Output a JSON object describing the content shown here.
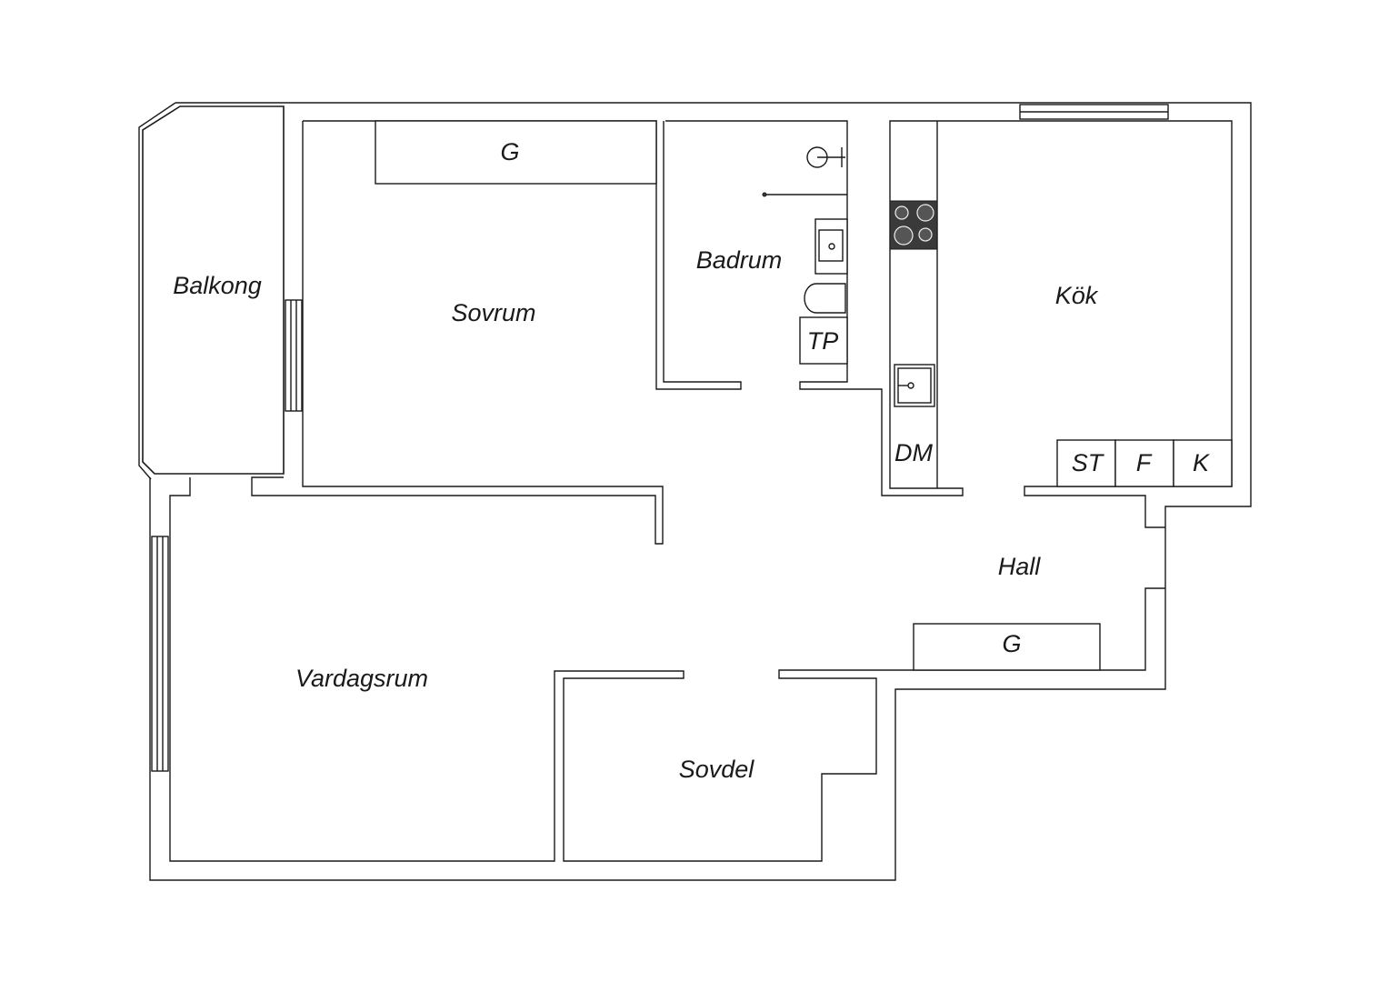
{
  "rooms": {
    "balcony": "Balkong",
    "bedroom": "Sovrum",
    "bathroom": "Badrum",
    "kitchen": "Kök",
    "hall": "Hall",
    "living_room": "Vardagsrum",
    "sleeping_area": "Sovdel"
  },
  "fixtures": {
    "wardrobe_bedroom": "G",
    "wardrobe_hall": "G",
    "washing_machine": "TP",
    "dishwasher": "DM",
    "freezer_cabinet": "ST",
    "freezer": "F",
    "fridge": "K"
  },
  "colors": {
    "line": "#1a1a1a",
    "background": "#ffffff",
    "stove": "#3a3a3a"
  }
}
